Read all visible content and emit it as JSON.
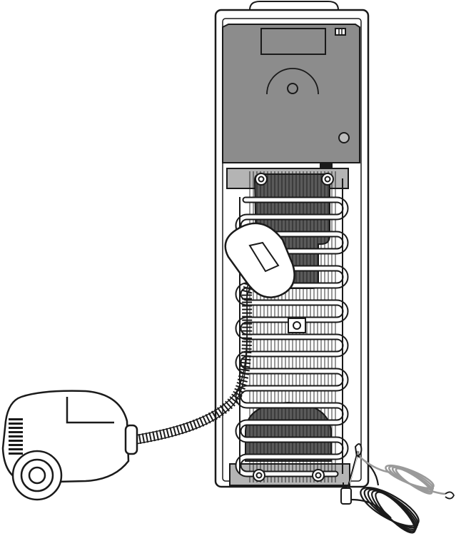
{
  "colors": {
    "outline": "#1a1a1a",
    "panel_dark": "#8c8c8c",
    "panel_strip": "#b4b4b4",
    "compressor": "#5a5a5a",
    "cord_gray": "#9a9a9a",
    "background": "#ffffff"
  },
  "components": {
    "water_dispenser": "water-dispenser-rear-view",
    "condenser_coil": "serpentine-condenser-coil",
    "vacuum_cleaner": "canister-vacuum-cleaner",
    "power_cord": "coiled-power-cord-with-plug",
    "ground_wire": "coiled-ground-wire"
  }
}
